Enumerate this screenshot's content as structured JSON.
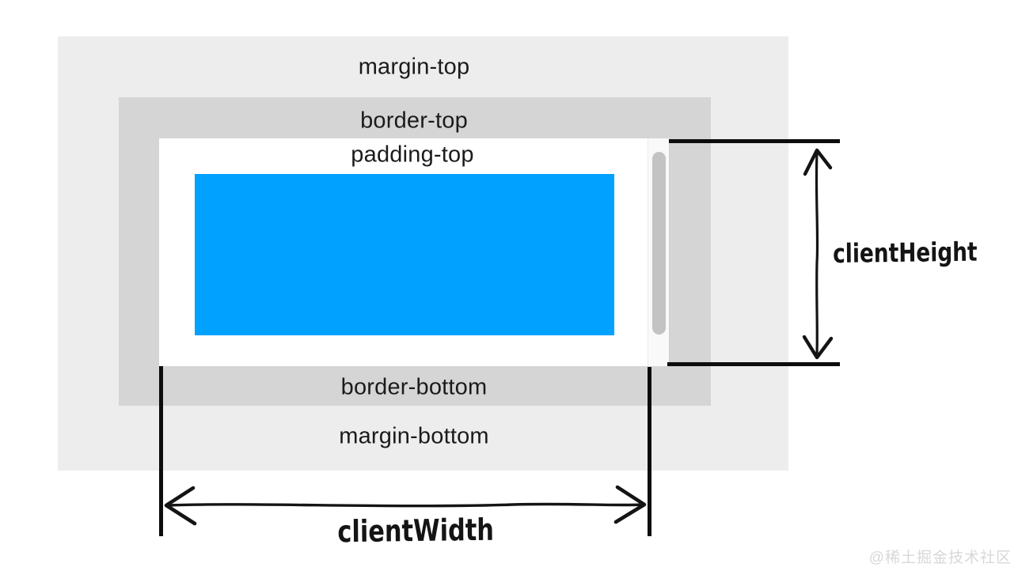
{
  "diagram": {
    "type": "css-box-model-client-size",
    "box_labels": {
      "margin_top": "margin-top",
      "border_top": "border-top",
      "padding_top": "padding-top",
      "border_bottom": "border-bottom",
      "margin_bottom": "margin-bottom"
    },
    "measurements": {
      "client_height": "clientHeight",
      "client_width": "clientWidth"
    },
    "icons": {
      "client_height_arrow": "vertical-double-headed-sketch-arrow",
      "client_width_arrow": "horizontal-double-headed-sketch-arrow"
    },
    "colors": {
      "page_background": "#FFFFFF",
      "margin_area": "#EDEDED",
      "border_area": "#D5D5D5",
      "padding_area": "#FFFFFF",
      "content_area": "#00A1FF",
      "scrollbar_track": "#F9F9F9",
      "scrollbar_thumb": "#C3C3C3",
      "annotation_ink": "#0D0D0D",
      "label_text": "#1B1B1B",
      "watermark_text": "#D8D8D8"
    }
  },
  "watermark": "@稀土掘金技术社区"
}
